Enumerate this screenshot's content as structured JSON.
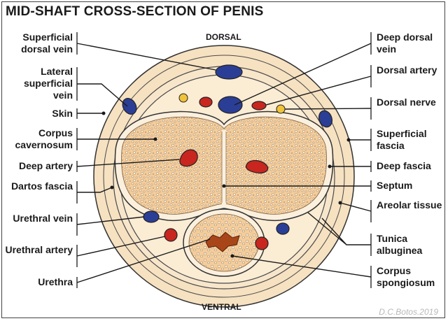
{
  "title": "MID-SHAFT CROSS-SECTION OF PENIS",
  "orientation": {
    "dorsal": "DORSAL",
    "ventral": "VENTRAL"
  },
  "labels_left": {
    "superficial_dorsal_vein": "Superficial dorsal vein",
    "lateral_superficial_vein": "Lateral superficial vein",
    "skin": "Skin",
    "corpus_cavernosum": "Corpus cavernosum",
    "deep_artery": "Deep artery",
    "dartos_fascia": "Dartos fascia",
    "urethral_vein": "Urethral vein",
    "urethral_artery": "Urethral artery",
    "urethra": "Urethra"
  },
  "labels_right": {
    "deep_dorsal_vein": "Deep dorsal vein",
    "dorsal_artery": "Dorsal artery",
    "dorsal_nerve": "Dorsal nerve",
    "superficial_fascia": "Superficial fascia",
    "deep_fascia": "Deep fascia",
    "septum": "Septum",
    "areolar_tissue": "Areolar tissue",
    "tunica_albuginea": "Tunica albuginea",
    "corpus_spongiosum": "Corpus spongiosum"
  },
  "signature": "D.C.Botos.2019",
  "colors": {
    "skin": "#f6e1c1",
    "tissue": "#fbe9cf",
    "erectile": "#f3cc99",
    "vein": "#2b3e96",
    "artery": "#c8261f",
    "nerve": "#f1c33a",
    "outline": "#3a3a3a"
  }
}
